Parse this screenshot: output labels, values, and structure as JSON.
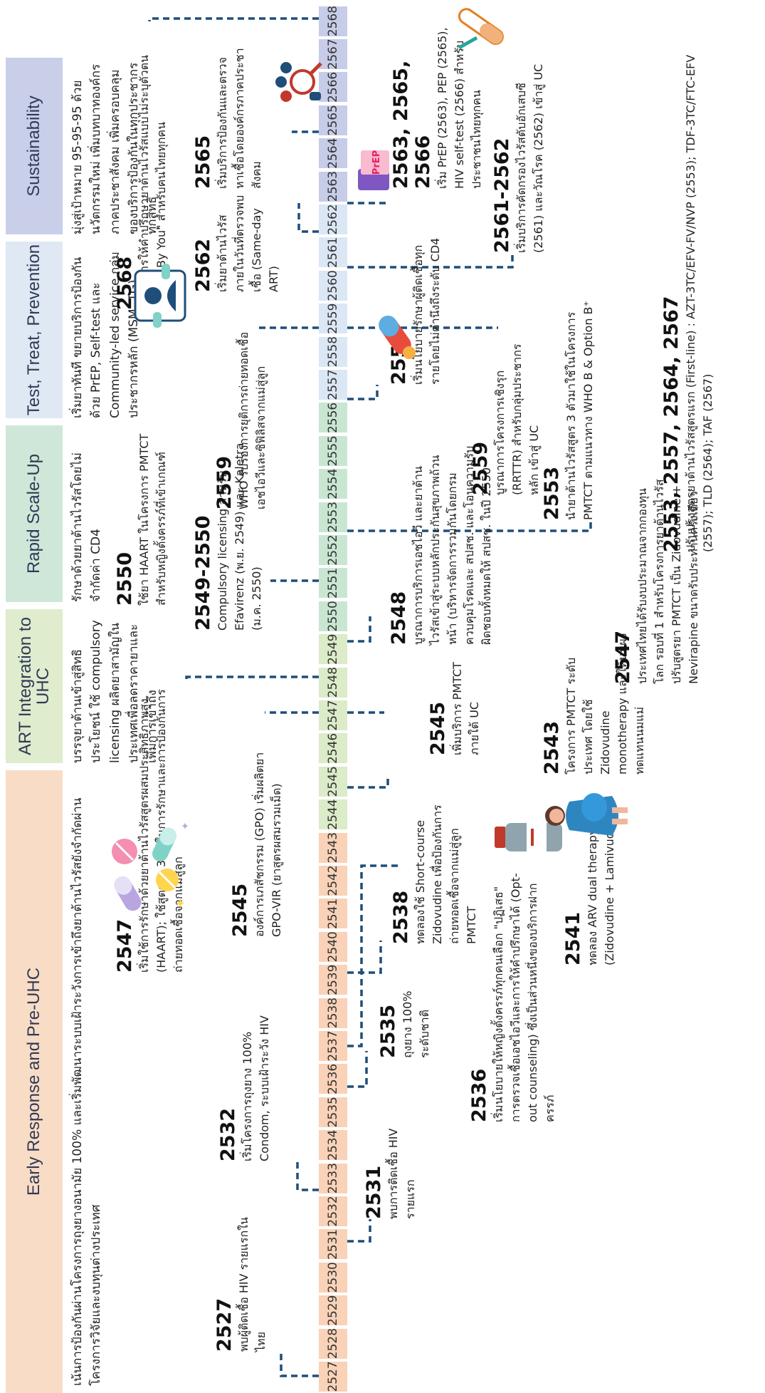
{
  "phases": [
    {
      "title": "Early Response and Pre-UHC",
      "bg": "#f9dcc6",
      "desc": "เน้นการป้องกันผ่านโครงการถุงยางอนามัย 100% และเริ่มพัฒนาระบบเฝ้าระวังการเข้าถึงยาต้านไวรัสยังจำกัดผ่านโครงการวิจัยและงบทุนต่างประเทศ"
    },
    {
      "title": "ART Integration to UHC",
      "bg": "#dfeccd",
      "desc": "บรรจุยาต้านเข้าสู่สิทธิประโยชน์ ใช้ compulsory licensing ผลิตยาสามัญในประเทศเพื่อลดราคายาและเพิ่มการเข้าถึง"
    },
    {
      "title": "Rapid Scale-Up",
      "bg": "#cfe7d8",
      "desc": "รักษาด้วยยาต้านไวรัสโดยไม่จำกัดค่า CD4"
    },
    {
      "title": "Test, Treat, Prevention",
      "bg": "#dfe8f3",
      "desc": "เริ่มยาทันที ขยายบริการป้องกันด้วย PrEP, Self-test และ Community-led service กลุ่มประชากรหลัก (MSM, TG)"
    },
    {
      "title": "Sustainability",
      "bg": "#c9cfe9",
      "desc": "มุ่งสู่เป้าหมาย 95-95-95 ด้วยนวัตกรรมใหม่ เพิ่มบทบาทองค์กรภาคประชาสังคม เพิ่มครอบคลุมของบริการป้องกันในทุกประชากรทุกสิทธิ"
    }
  ],
  "years": [
    "2527",
    "2528",
    "2529",
    "2530",
    "2531",
    "2532",
    "2533",
    "2534",
    "2535",
    "2536",
    "2537",
    "2538",
    "2539",
    "2540",
    "2541",
    "2542",
    "2543",
    "2544",
    "2545",
    "2546",
    "2547",
    "2548",
    "2549",
    "2550",
    "2551",
    "2552",
    "2553",
    "2554",
    "2555",
    "2556",
    "2557",
    "2558",
    "2559",
    "2560",
    "2561",
    "2562",
    "2563",
    "2564",
    "2565",
    "2566",
    "2567",
    "2568"
  ],
  "year_colors": {
    "early": "#f9d2b8",
    "art": "#dcebc8",
    "scale": "#c9e6d2",
    "test": "#dbe7f4",
    "sustain": "#c7cce8"
  },
  "connector_color": "#1f4e79",
  "events": {
    "e2527": {
      "year": "2527",
      "text": "พบผู้ติดเชื้อ HIV รายแรกในไทย"
    },
    "e2531": {
      "year": "2531",
      "text": "พบการติดเชื้อ HIV รายแรก"
    },
    "e2532": {
      "year": "2532",
      "text": "เริ่มโครงการถุงยาง 100% Condom, ระบบเฝ้าระวัง HIV"
    },
    "e2535": {
      "year": "2535",
      "text": "ถุงยาง 100% ระดับชาติ"
    },
    "e2536": {
      "year": "2536",
      "text": "เริ่มนโยบายให้หญิงตั้งครรภ์ทุกคนเลือก \"ปฏิเสธ\" การตรวจเชื้อเอชไอวีและการให้คำปรึกษาได้ (Opt-out counseling) ซึ่งเป็นส่วนหนึ่งของบริการฝากครรภ์"
    },
    "e2538": {
      "year": "2538",
      "text": "ทดลองใช้ Short-course Zidovudine เพื่อป้องกันการถ่ายทอดเชื้อจากแม่สู่ลูก PMTCT"
    },
    "e2541": {
      "year": "2541",
      "text": "ทดลอง ARV dual therapy (Zidovudine + Lamivudine)"
    },
    "e2543": {
      "year": "2543",
      "text": "โครงการ PMTCT ระดับประเทศ โดยใช้ Zidovudine monotherapy และให้นมผงทดแทนนมแม่"
    },
    "e2545a": {
      "year": "2545",
      "text": "องค์การเภสัชกรรม (GPO) เริ่มผลิตยา GPO-VIR (ยาสูตรผสมรวมเม็ด)"
    },
    "e2545b": {
      "year": "2545",
      "text": "เพิ่มบริการ PMTCT ภายใต้ UC"
    },
    "e2547a": {
      "year": "2547",
      "text": "เริ่มใช้การรักษาด้วยยาต้านไวรัสสูตรผสมประสิทธิภาพสูง (HAART); ใช้สูตรยา 3 ตัวในการรักษาและการป้องกันการถ่ายทอดเชื้อจากแม่สู่ลูก"
    },
    "e2547b": {
      "year": "2547",
      "text": "ประเทศไทยได้รับงบประมาณจากกองทุนโลก รอบที่ 1 สำหรับโครงการยาต้านไวรัสปรับสูตรยา PMTCT เป็น Zidovudine + Nevirapine ขนาดรับประทานครั้งเดียว"
    },
    "e2548": {
      "year": "2548",
      "text": "บูรณาการบริการเอชไอวี และยาต้านไวรัสเข้าสู่ระบบหลักประกันสุขภาพถ้วนหน้า (บริหารจัดการรวมกันโดยกรมควบคุมโรคและ สปสช. และโอนความรับผิดชอบทั้งหมดให้ สปสช. ในปี 2550"
    },
    "e2549": {
      "year": "2549-2550",
      "text": "Compulsory licensing สำหรับ Efavirenz (พ.ย. 2549) และ Kaletra (ม.ค. 2550)"
    },
    "e2550": {
      "year": "2550",
      "text": "ใช้ยา HAART ในโครงการ PMTCT สำหรับหญิงตั้งครรภ์ที่เข้าเกณฑ์"
    },
    "e2553a": {
      "year": "2553",
      "text": "นำยาต้านไวรัสสูตร 3 ตัวมาใช้ในโครงการ PMTCT ตามแนวทาง WHO B & Option B⁺"
    },
    "e2553b": {
      "year": "2553, 2557, 2564, 2567",
      "text": "ปรับปรุงสูตรยาต้านไวรัสสูตรแรก (First-line) : AZT-3TC/EFV-FV/NVP (2553); TDF-3TC/FTC-EFV (2557); TLD (2564); TAF (2567)"
    },
    "e2557": {
      "year": "2557",
      "text": "เริ่มนโยบายรักษาผู้ติดเชื้อทุกรายโดยไม่คำนึงถึงระดับ CD4"
    },
    "e2559a": {
      "year": "2559",
      "text": "WHO รับรองการยุติการถ่ายทอดเชื้อเอชไอวีและซิฟิลิสจากแม่สู่ลูก"
    },
    "e2559b": {
      "year": "2559",
      "text": "บูรณาการโครงการเชิงรุก (RRTTR) สำหรับกลุ่มประชากรหลัก เข้าสู่ UC"
    },
    "e2561": {
      "year": "2561-2562",
      "text": "เริ่มบริการคัดกรองไวรัสตับอักเสบซี (2561) และวัณโรค (2562) เข้าสู่ UC"
    },
    "e2562": {
      "year": "2562",
      "text": "เริ่มยาต้านไวรัสภายในวันที่ตรวจพบเชื้อ (Same-day ART)"
    },
    "e2563": {
      "year": "2563, 2565, 2566",
      "text": "เริ่ม PrEP (2563), PEP (2565), HIV self-test (2566) สำหรับประชาชนไทยทุกคน"
    },
    "e2565": {
      "year": "2565",
      "text": "เริ่มบริการป้องกันและตรวจหาเชื้อโดยองค์กรภาคประชาสังคม"
    },
    "e2568": {
      "year": "2568",
      "text": "เริ่มบริการให้คำปรึกษายาต้านไวรัสแบบไม่ระบุตัวตน \"Stand By You\" สำหรับคนไทยทุกคน"
    }
  },
  "icons": [
    "pills-icon",
    "vaccine-bottle-icon",
    "pregnant-woman-icon",
    "pills-icon",
    "pill-capsule-icon",
    "doctor-consult-icon",
    "prep-box-icon",
    "search-people-icon",
    "test-tube-icon"
  ],
  "prep_label": "PrEP"
}
